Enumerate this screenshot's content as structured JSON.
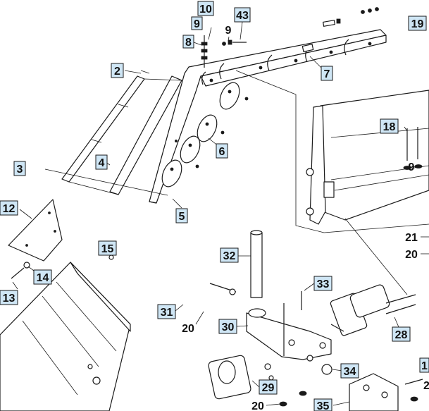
{
  "callouts": [
    {
      "id": "c10",
      "label": "10"
    },
    {
      "id": "c43",
      "label": "43"
    },
    {
      "id": "c9a",
      "label": "9"
    },
    {
      "id": "c8",
      "label": "8"
    },
    {
      "id": "c9b",
      "label": "9"
    },
    {
      "id": "c19",
      "label": "19"
    },
    {
      "id": "c2",
      "label": "2"
    },
    {
      "id": "c7",
      "label": "7"
    },
    {
      "id": "c18",
      "label": "18"
    },
    {
      "id": "c3",
      "label": "3"
    },
    {
      "id": "c4",
      "label": "4"
    },
    {
      "id": "c6",
      "label": "6"
    },
    {
      "id": "c9c",
      "label": "9"
    },
    {
      "id": "c5",
      "label": "5"
    },
    {
      "id": "c12",
      "label": "12"
    },
    {
      "id": "c15",
      "label": "15"
    },
    {
      "id": "c21",
      "label": "21"
    },
    {
      "id": "c20a",
      "label": "20"
    },
    {
      "id": "c32",
      "label": "32"
    },
    {
      "id": "c14",
      "label": "14"
    },
    {
      "id": "c13",
      "label": "13"
    },
    {
      "id": "c33",
      "label": "33"
    },
    {
      "id": "c31",
      "label": "31"
    },
    {
      "id": "c20b",
      "label": "20"
    },
    {
      "id": "c30",
      "label": "30"
    },
    {
      "id": "c28",
      "label": "28"
    },
    {
      "id": "c1",
      "label": "1"
    },
    {
      "id": "c34",
      "label": "34"
    },
    {
      "id": "c29",
      "label": "29"
    },
    {
      "id": "c2b",
      "label": "2"
    },
    {
      "id": "c20c",
      "label": "20"
    },
    {
      "id": "c35",
      "label": "35"
    }
  ]
}
